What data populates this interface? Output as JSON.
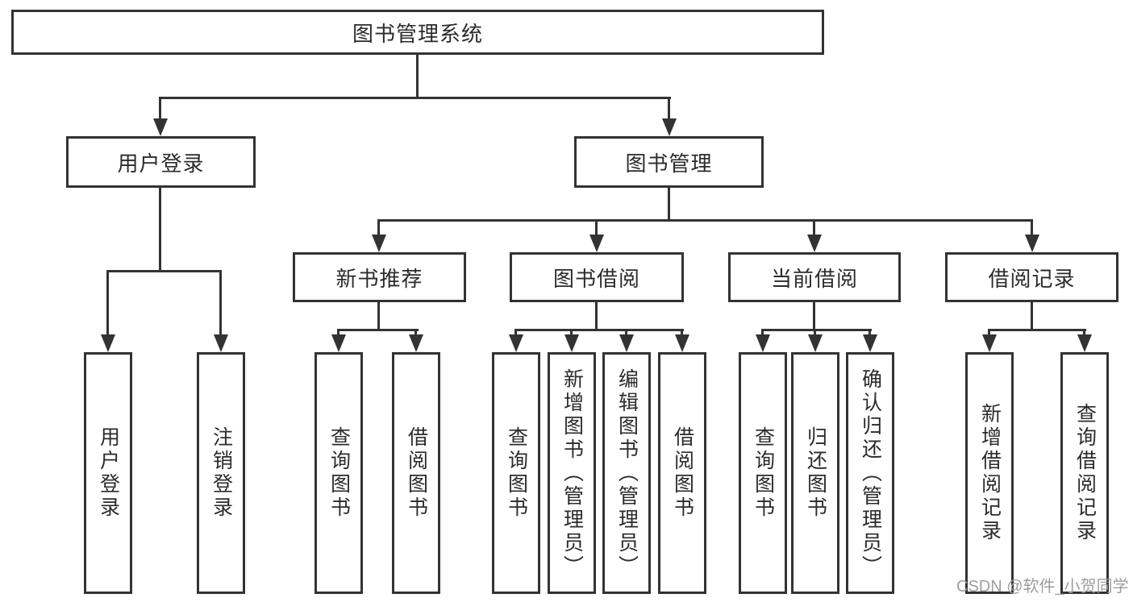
{
  "nodes": {
    "root": {
      "label": "图书管理系统"
    },
    "user_login": {
      "label": "用户登录"
    },
    "book_mgmt": {
      "label": "图书管理"
    },
    "new_book_rec": {
      "label": "新书推荐"
    },
    "book_borrow": {
      "label": "图书借阅"
    },
    "current_borrow": {
      "label": "当前借阅"
    },
    "borrow_records": {
      "label": "借阅记录"
    },
    "leaf_user_login": {
      "label": "用户登录"
    },
    "leaf_logout": {
      "label": "注销登录"
    },
    "leaf_query_book_rec": {
      "label": "查询图书"
    },
    "leaf_borrow_book_rec": {
      "label": "借阅图书"
    },
    "leaf_query_book_borrow": {
      "label": "查询图书"
    },
    "leaf_add_book": {
      "label": "新增图书（管理员）"
    },
    "leaf_edit_book": {
      "label": "编辑图书（管理员）"
    },
    "leaf_borrow_book_borrow": {
      "label": "借阅图书"
    },
    "leaf_query_book_current": {
      "label": "查询图书"
    },
    "leaf_return_book": {
      "label": "归还图书"
    },
    "leaf_confirm_return": {
      "label": "确认归还（管理员）"
    },
    "leaf_add_record": {
      "label": "新增借阅记录"
    },
    "leaf_query_record": {
      "label": "查询借阅记录"
    }
  },
  "watermark": {
    "text": "CSDN @软件_小贺同学"
  },
  "colors": {
    "line": "#333333",
    "text": "#2b2b2b",
    "node_bg": "#ffffff",
    "watermark": "#9e9e9e",
    "background": "#ffffff"
  }
}
